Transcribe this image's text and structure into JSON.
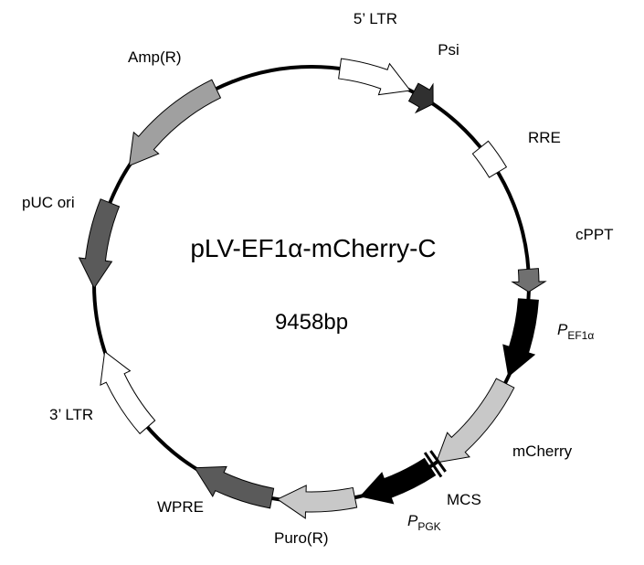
{
  "plasmid": {
    "name": "pLV-EF1α-mCherry-C",
    "size": "9458bp"
  },
  "features": [
    {
      "id": "5-ltr",
      "label": "5’ LTR",
      "color": "#ffffff",
      "direction": "cw"
    },
    {
      "id": "psi",
      "label": "Psi",
      "color": "#303030",
      "direction": "cw"
    },
    {
      "id": "rre",
      "label": "RRE",
      "color": "#ffffff",
      "direction": "none"
    },
    {
      "id": "cppt",
      "label": "cPPT",
      "color": "#707070",
      "direction": "cw"
    },
    {
      "id": "pef1a",
      "label": "P",
      "sub": "EF1α",
      "italic": true,
      "color": "#000000",
      "direction": "cw"
    },
    {
      "id": "mcherry",
      "label": "mCherry",
      "color": "#c8c8c8",
      "direction": "cw"
    },
    {
      "id": "mcs",
      "label": "MCS",
      "color": "#000000",
      "direction": "none"
    },
    {
      "id": "ppgk",
      "label": "P",
      "sub": "PGK",
      "italic": true,
      "color": "#000000",
      "direction": "cw"
    },
    {
      "id": "puro",
      "label": "Puro(R)",
      "color": "#c8c8c8",
      "direction": "cw"
    },
    {
      "id": "wpre",
      "label": "WPRE",
      "color": "#5a5a5a",
      "direction": "cw"
    },
    {
      "id": "3-ltr",
      "label": "3’ LTR",
      "color": "#ffffff",
      "direction": "cw"
    },
    {
      "id": "puc-ori",
      "label": "pUC ori",
      "color": "#5a5a5a",
      "direction": "ccw"
    },
    {
      "id": "ampr",
      "label": "Amp(R)",
      "color": "#a0a0a0",
      "direction": "ccw"
    }
  ]
}
